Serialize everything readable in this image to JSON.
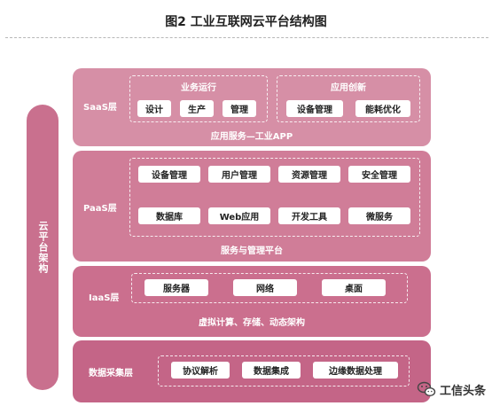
{
  "title": "图2 工业互联网云平台结构图",
  "side_label": "云平台架构",
  "saas": {
    "name": "SaaS层",
    "groups": [
      {
        "title": "业务运行",
        "items": [
          "设计",
          "生产",
          "管理"
        ]
      },
      {
        "title": "应用创新",
        "items": [
          "设备管理",
          "能耗优化"
        ]
      }
    ],
    "caption": "应用服务—工业APP"
  },
  "paas": {
    "name": "PaaS层",
    "row1": [
      "设备管理",
      "用户管理",
      "资源管理",
      "安全管理"
    ],
    "row2": [
      "数据库",
      "Web应用",
      "开发工具",
      "微服务"
    ],
    "caption": "服务与管理平台"
  },
  "iaas": {
    "name": "IaaS层",
    "items": [
      "服务器",
      "网络",
      "桌面"
    ],
    "caption": "虚拟计算、存储、动态架构"
  },
  "data_layer": {
    "name": "数据采集层",
    "items": [
      "协议解析",
      "数据集成",
      "边缘数据处理"
    ]
  },
  "watermark": "工信头条",
  "colors": {
    "side": "#c9708e",
    "saas": "#d68fa6",
    "paas": "#d07d98",
    "iaas": "#cb6f8e",
    "data": "#c46587"
  }
}
